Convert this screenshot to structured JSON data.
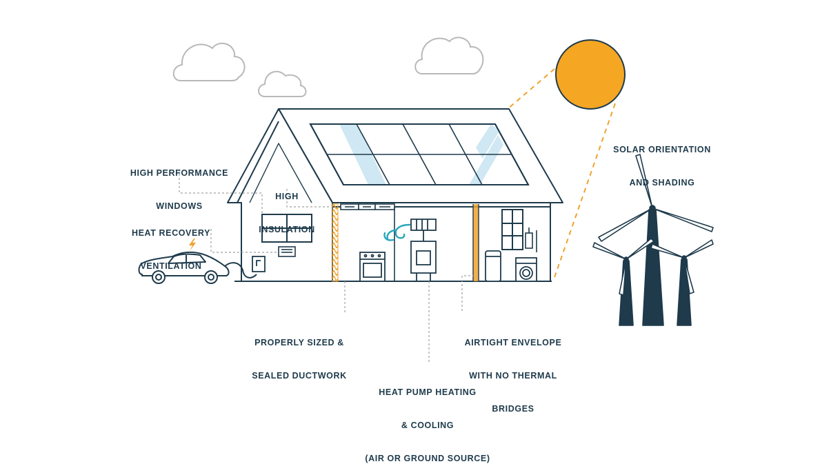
{
  "labels": {
    "windows": [
      "HIGH PERFORMANCE",
      "WINDOWS"
    ],
    "insulation": [
      "HIGH",
      "INSULATION"
    ],
    "ventilation": [
      "HEAT RECOVERY",
      "VENTILATION"
    ],
    "ductwork": [
      "PROPERLY SIZED &",
      "SEALED DUCTWORK"
    ],
    "heat_pump": [
      "HEAT PUMP HEATING",
      "& COOLING",
      "(AIR OR GROUND SOURCE)"
    ],
    "envelope": [
      "AIRTIGHT ENVELOPE",
      "WITH NO THERMAL",
      "BRIDGES"
    ],
    "solar": [
      "SOLAR ORIENTATION",
      "AND SHADING"
    ]
  },
  "icons": [
    "cloud-icon",
    "sun-icon",
    "solar-panel-icon",
    "house-icon",
    "electric-car-icon",
    "lightning-bolt-icon",
    "wind-turbine-icon",
    "stove-icon",
    "water-heater-icon",
    "washing-machine-icon",
    "heat-pump-icon"
  ],
  "colors": {
    "outline": "#1e3a4b",
    "sun": "#f5a623",
    "accent_orange": "#f0a22e",
    "panel_glass": "#cfe8f3",
    "air_teal": "#2aa7b8",
    "cloud": "#b8b8b8",
    "leader": "#a0a0a0"
  }
}
